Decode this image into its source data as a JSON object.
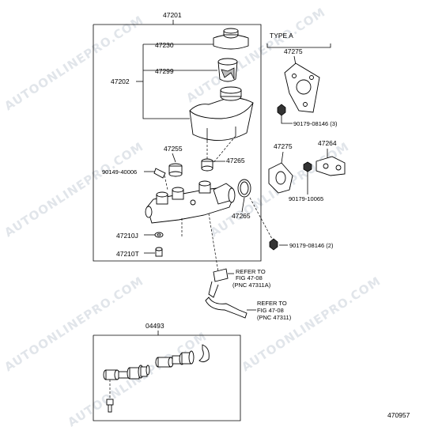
{
  "watermark": "AUTOONLINEPRO.COM",
  "labels": {
    "p47201": "47201",
    "p47230": "47230",
    "p47299": "47299",
    "p47202": "47202",
    "p47255": "47255",
    "p90149": "90149-40006",
    "p47265a": "47265",
    "p47265b": "47265",
    "p47210J": "47210J",
    "p47210T": "47210T",
    "typeA": "TYPE A",
    "p47275a": "47275",
    "p90179a": "90179-08146 (3)",
    "p47275b": "47275",
    "p47264": "47264",
    "p90179b": "90179-10065",
    "p90179c": "90179-08146 (2)",
    "ref1_line1": "REFER TO",
    "ref1_line2": "FIG 47-08",
    "ref1_line3": "(PNC 47311A)",
    "ref2_line1": "REFER TO",
    "ref2_line2": "FIG 47-08",
    "ref2_line3": "(PNC 47311)",
    "p04493": "04493",
    "figno": "470957"
  }
}
